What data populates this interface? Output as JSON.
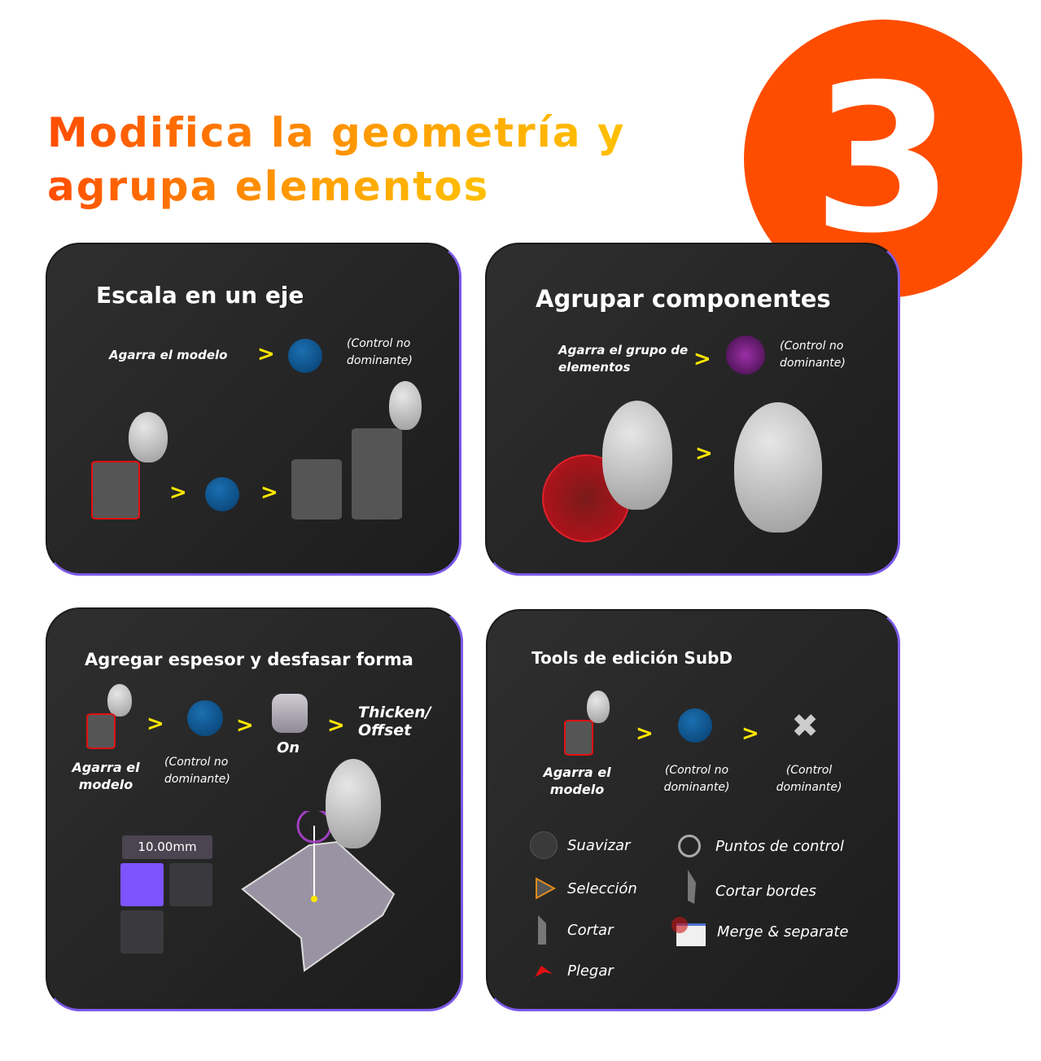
{
  "header": {
    "title_line1": "Modifica la geometría y",
    "title_line2": "agrupa elementos",
    "step_number": "3",
    "accent_color": "#ff4d00"
  },
  "panels": [
    {
      "title": "Escala en un eje",
      "step_grab": "Agarra el modelo",
      "step_note": "(Control no dominante)",
      "arrow": ">"
    },
    {
      "title": "Agrupar componentes",
      "step_grab": "Agarra el grupo de elementos",
      "step_note": "(Control no dominante)",
      "arrow": ">"
    },
    {
      "title": "Agregar espesor y desfasar forma",
      "step_grab": "Agarra el modelo",
      "step_note": "(Control no dominante)",
      "toggle_label": "On",
      "result": "Thicken/ Offset",
      "thickness_value": "10.00mm",
      "arrow": ">"
    },
    {
      "title": "Tools de edición SubD",
      "step_grab": "Agarra el modelo",
      "step_note": "(Control no dominante)",
      "step_note2": "(Control dominante)",
      "arrow": ">",
      "tools": [
        {
          "label": "Suavizar",
          "icon": "sphere-icon"
        },
        {
          "label": "Selección",
          "icon": "triangle-icon"
        },
        {
          "label": "Cortar",
          "icon": "blade-icon"
        },
        {
          "label": "Plegar",
          "icon": "crease-icon"
        },
        {
          "label": "Puntos   de control",
          "icon": "ring-icon"
        },
        {
          "label": "Cortar bordes",
          "icon": "edge-blade-icon"
        },
        {
          "label": "Merge & separate",
          "icon": "cube-icon"
        }
      ]
    }
  ]
}
